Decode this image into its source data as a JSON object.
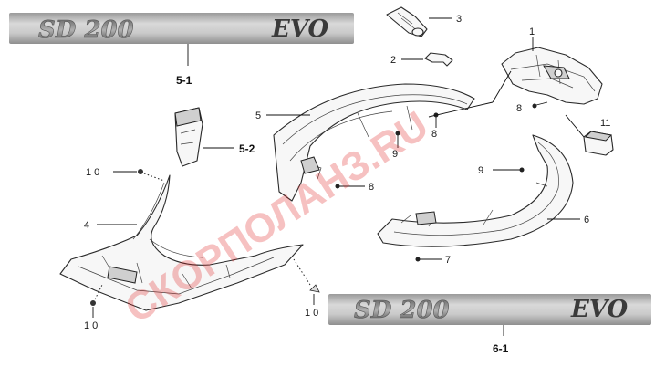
{
  "decals": {
    "top_text": "SD 200",
    "top_brand": "EVO",
    "bottom_text": "SD 200",
    "bottom_brand": "EVO"
  },
  "callouts": {
    "c1": "1",
    "c2": "2",
    "c3": "3",
    "c4": "4",
    "c5": "5",
    "c5_1": "5-1",
    "c5_2": "5-2",
    "c6": "6",
    "c6_1": "6-1",
    "c7": "7",
    "c8a": "8",
    "c8b": "8",
    "c8c": "8",
    "c9a": "9",
    "c9b": "9",
    "c10a": "10",
    "c10b": "10",
    "c10c": "10",
    "c11": "11"
  },
  "watermark": "СКОРПОЛАНЗ.RU",
  "colors": {
    "watermark": "#e02020",
    "decal_background": "#bdbdbd",
    "part_line": "#2a2a2a"
  }
}
